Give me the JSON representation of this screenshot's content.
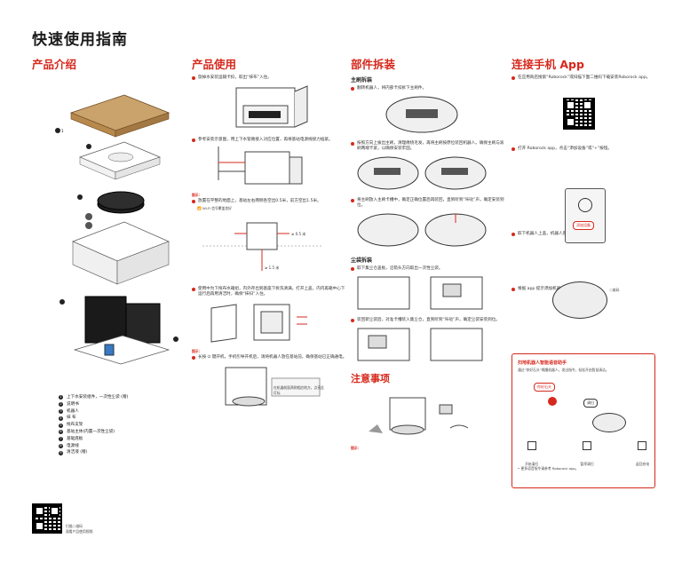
{
  "title": "快速使用指南",
  "columns": {
    "intro": {
      "title": "产品介绍",
      "parts": [
        {
          "n": "1",
          "label": "上下水安装组件，一次性尘袋 (赠)"
        },
        {
          "n": "2",
          "label": "说明书"
        },
        {
          "n": "3",
          "label": "机器人"
        },
        {
          "n": "4",
          "label": "抹 布"
        },
        {
          "n": "5",
          "label": "拖布支架"
        },
        {
          "n": "6",
          "label": "基站主体(内置一次性尘袋)"
        },
        {
          "n": "7",
          "label": "基础底板"
        },
        {
          "n": "8",
          "label": "电源线"
        },
        {
          "n": "9",
          "label": "清洁液 (赠)"
        }
      ],
      "qr_caption": "扫描二维码\n观看产品使用视频"
    },
    "usage": {
      "title": "产品使用",
      "steps": [
        "旋掉水安装运输卡扣，取出“抹布”入住。",
        "参考安装示意图，用上下水管路接入对应位置，再将基站电源线接力插紧。",
        "放置在平整的地面上，基站左右两侧各空出0.5米，前方空出1.5米。",
        "使用中为下拖布水箱组，内外存出到基座下拆洗清满，打开上盖，内内再箱中心下运行后再用清洁时，确保“抹扫”入住。",
        "长按 ⏻ 键开机，手机引导开机后，请将机器人放在基站前，确保基站已正确通电。"
      ],
      "labels": {
        "wifi": "Wi-Fi 信号覆盖良好",
        "side": "≥ 0.5 米",
        "front": "≥ 1.5 米",
        "door": "在机器前面两侧相应地方，点亮此灯标"
      },
      "note_label": "提示："
    },
    "maintenance": {
      "title": "部件拆装",
      "main_brush": "主刷拆装",
      "main_steps": [
        "翻转机器人，将内部卡扣拆下主刷件。",
        "按照方向上拔出主刷，清理缠绕毛发，再将主刷按原位装回机器人。确保主刷与滚刷两端卡紧，以确保安装牢固。",
        "将主刷放入主刷卡槽中，确定正确位置后再装回，直到听到“咔哒”声，确定安装到位。"
      ],
      "dust_bag": "尘袋拆装",
      "bag_steps": [
        "取下集尘仓盖板，沿箭头方向取出一次性尘袋。",
        "装回新尘袋后，对准卡槽装入集尘仓，直到听到“咔哒”声，确定尘袋安装到位。"
      ],
      "caution_title": "注意事项",
      "caution_label": "提示："
    },
    "connect": {
      "title": "连接手机 App",
      "steps": [
        "在应用商店搜索“Roborock”或扫描下面二维码下载安装Roborock app。",
        "打开 Roborock app，点击“添加设备”或“+”按钮。",
        "取下机器人上盖，机器人底部上二维码。",
        "根据 app 提示添加机器人。"
      ],
      "phone_button": "添加设备",
      "robot_label": "二维码",
      "assistant": {
        "title": "扫地机器人智能语音助手",
        "desc": "通过“你好石头”唤醒机器人，发出指令，轻松开启智慧清洁。",
        "wake_button": "你好石头",
        "clean_bubble": "清扫",
        "icons": [
          "开始清扫",
          "暂停清扫",
          "返回充电"
        ],
        "footnote": "• 更多语音指令请参考 Roborock app。"
      }
    }
  },
  "colors": {
    "accent": "#d6281c",
    "text": "#1a1a1a",
    "line": "#555555"
  }
}
